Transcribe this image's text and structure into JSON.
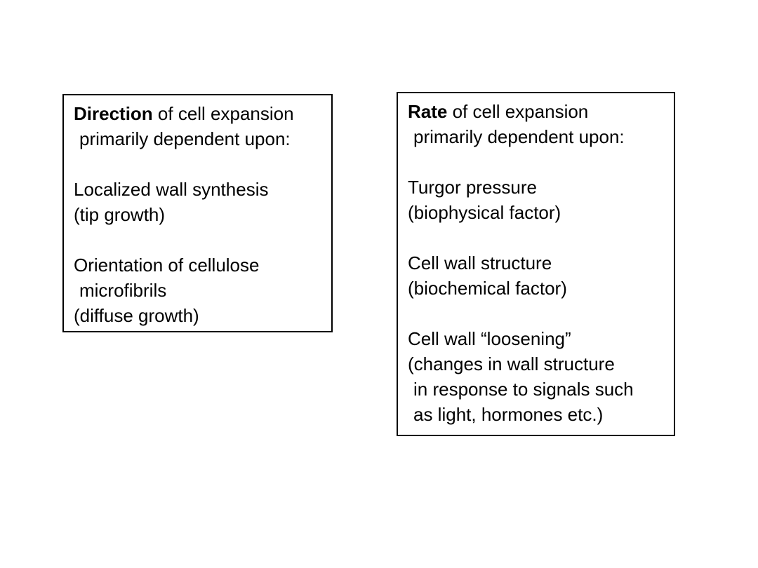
{
  "direction_box": {
    "heading_bold": "Direction",
    "heading_rest": " of cell expansion",
    "heading_line2": "primarily dependent upon:",
    "item1_line1": "Localized wall synthesis",
    "item1_line2": "(tip growth)",
    "item2_line1": "Orientation of cellulose",
    "item2_line2": "microfibrils",
    "item2_line3": "(diffuse growth)"
  },
  "rate_box": {
    "heading_bold": "Rate",
    "heading_rest": " of cell expansion",
    "heading_line2": "primarily dependent upon:",
    "item1_line1": "Turgor pressure",
    "item1_line2": "(biophysical factor)",
    "item2_line1": "Cell wall structure",
    "item2_line2": "(biochemical factor)",
    "item3_line1": "Cell wall “loosening”",
    "item3_line2": "(changes in wall structure",
    "item3_line3": "in response to signals such",
    "item3_line4": "as light, hormones etc.)"
  }
}
